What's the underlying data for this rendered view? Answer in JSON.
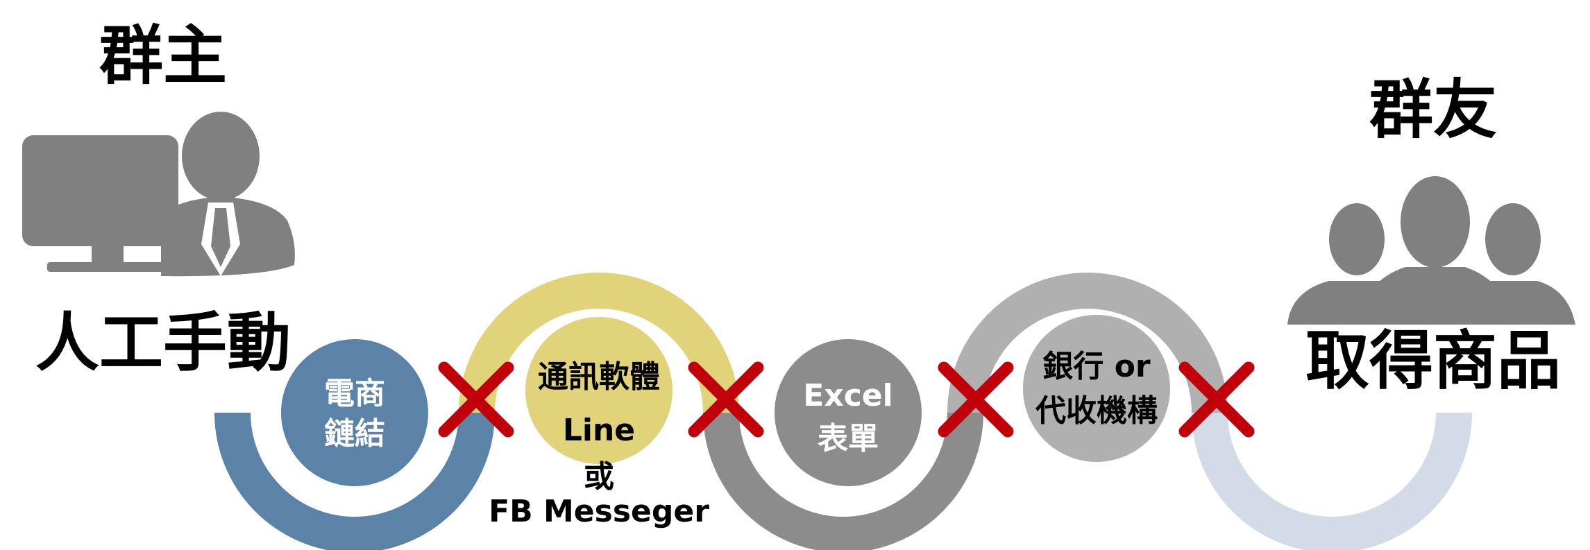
{
  "owner": {
    "title": "群主",
    "subtitle": "人工手動"
  },
  "members": {
    "title": "群友",
    "subtitle": "取得商品"
  },
  "steps": [
    {
      "lines": [
        "電商",
        "鏈結"
      ],
      "color": "#5b83a8",
      "text_color": "#ffffff"
    },
    {
      "lines": [
        "通訊軟體",
        "Line"
      ],
      "color": "#e0d37a",
      "text_color": "#000000"
    },
    {
      "lines": [
        "Excel",
        "表單"
      ],
      "color": "#8c8c8c",
      "text_color": "#ffffff"
    },
    {
      "lines": [
        "銀行 or",
        "代收機構"
      ],
      "color": "#b0b0b0",
      "text_color": "#000000"
    }
  ],
  "step2_extra": [
    "或",
    "FB Messeger"
  ],
  "colors": {
    "blue_arc": "#5b83a8",
    "yellow_arc": "#e0d37a",
    "dark_grey_arc": "#8c8c8c",
    "light_grey_arc": "#b0b0b0",
    "pale_blue_arc": "#d3dbe6",
    "cross": "#c0000b",
    "icon": "#808080"
  },
  "icons": [
    "computer-icon",
    "person-icon",
    "group-icon",
    "cross-icon"
  ]
}
